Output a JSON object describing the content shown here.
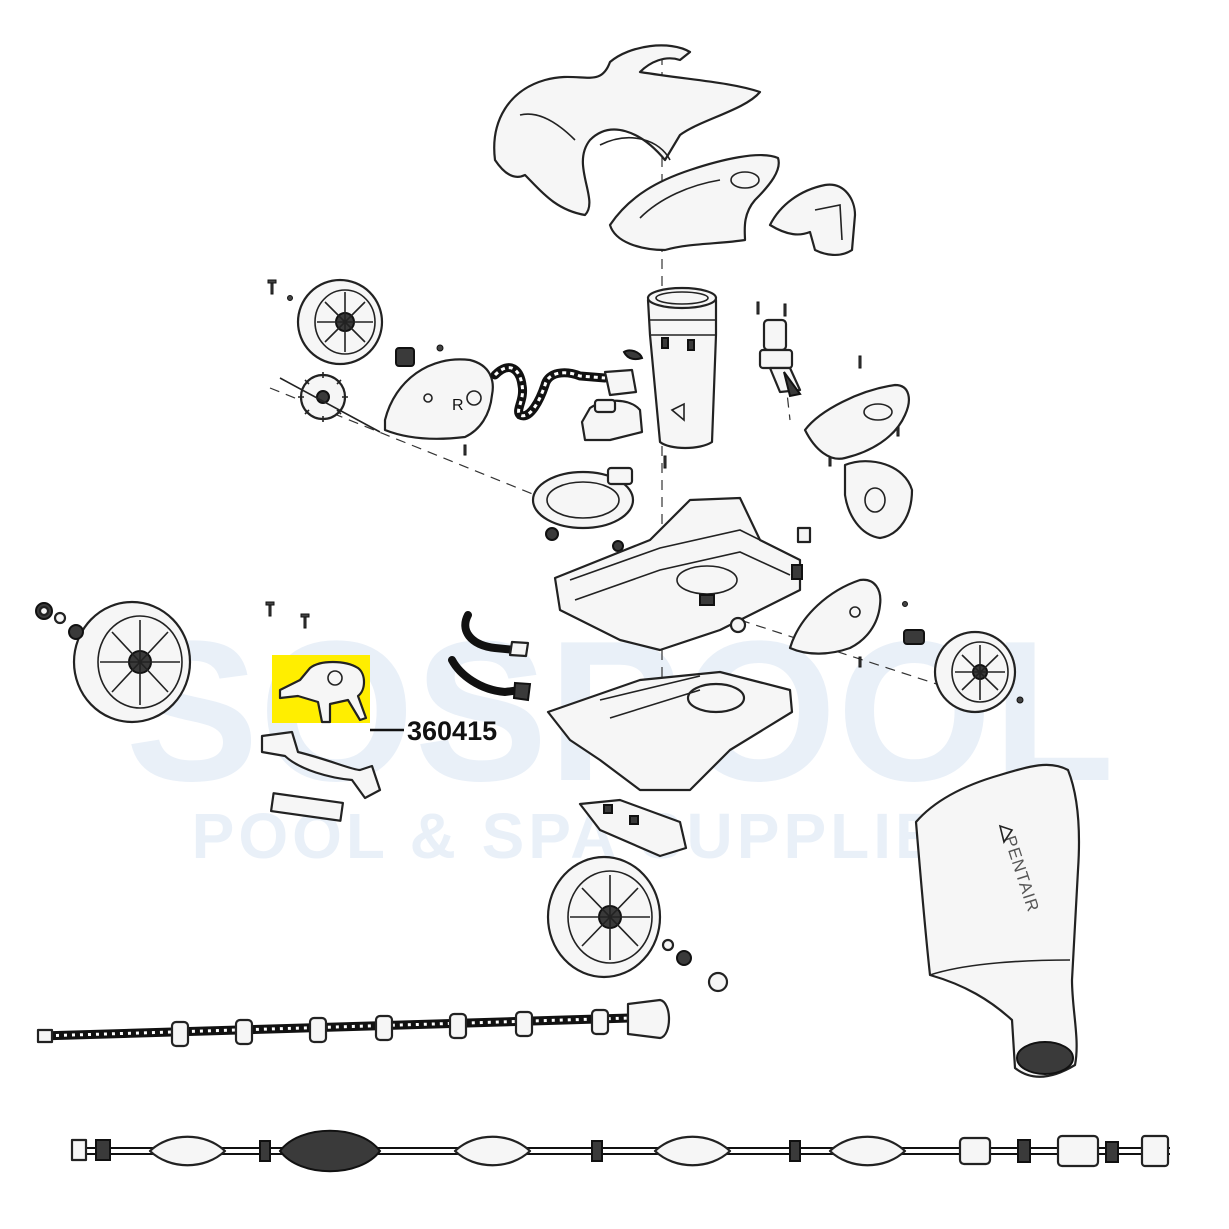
{
  "watermark": {
    "brand_line": "SOSPOOL",
    "tag_line": "POOL & SPA SUPPLIES",
    "color": "#dfe8f5"
  },
  "callout": {
    "part_number": "360415",
    "highlight_color": "#ffee00"
  },
  "bag": {
    "brand_text": "PENTAIR"
  },
  "gearbox_cover_mark": "R",
  "parts_icons": [
    "top-body-shell-icon",
    "top-cover-icon",
    "rear-handle-icon",
    "hose-swivel-icon",
    "suction-mast-icon",
    "gearbox-left-icon",
    "gearbox-right-icon",
    "drive-hose-icon",
    "chassis-icon",
    "bottom-skirt-icon",
    "wheel-icon",
    "bag-icon",
    "hose-float-icon",
    "leader-hose-icon",
    "screw-icon"
  ]
}
